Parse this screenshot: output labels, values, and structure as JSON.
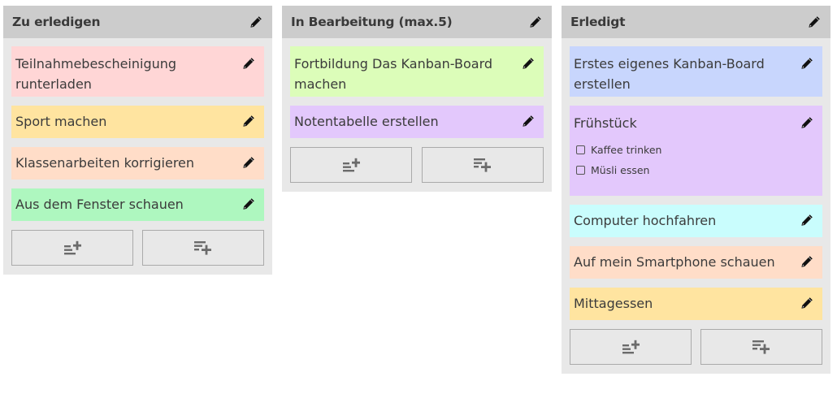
{
  "board": {
    "columns": [
      {
        "title": "Zu erledigen",
        "header_icon": "pencil-icon",
        "cards": [
          {
            "title": "Teilnahmebescheinigung runterladen",
            "color": "#ffd6d6"
          },
          {
            "title": "Sport machen",
            "color": "#ffe4a0"
          },
          {
            "title": "Klassenarbeiten korrigieren",
            "color": "#ffddc8"
          },
          {
            "title": "Aus dem Fenster schauen",
            "color": "#aef7bf"
          }
        ],
        "buttons": [
          {
            "icon": "add-subtask-icon"
          },
          {
            "icon": "add-card-icon"
          }
        ]
      },
      {
        "title": "In Bearbeitung (max.5)",
        "header_icon": "pencil-icon",
        "cards": [
          {
            "title": "Fortbildung Das Kanban-Board machen",
            "color": "#dcfdb9"
          },
          {
            "title": "Notentabelle erstellen",
            "color": "#e3c8fc"
          }
        ],
        "buttons": [
          {
            "icon": "add-subtask-icon"
          },
          {
            "icon": "add-card-icon"
          }
        ]
      },
      {
        "title": "Erledigt",
        "header_icon": "pencil-icon",
        "cards": [
          {
            "title": "Erstes eigenes Kanban-Board erstellen",
            "color": "#c8d6fd"
          },
          {
            "title": "Frühstück",
            "color": "#e3c8fc",
            "checklist": [
              "Kaffee trinken",
              "Müsli essen"
            ]
          },
          {
            "title": "Computer hochfahren",
            "color": "#c9fdfd"
          },
          {
            "title": "Auf mein Smartphone schauen",
            "color": "#ffddc8"
          },
          {
            "title": "Mittagessen",
            "color": "#ffe4a0"
          }
        ],
        "buttons": [
          {
            "icon": "add-subtask-icon"
          },
          {
            "icon": "add-card-icon"
          }
        ]
      }
    ]
  },
  "colors": {
    "column_bg": "#e8e8e8",
    "header_bg": "#cccccc",
    "button_border": "#aaaaaa",
    "icon_gray": "#6b6b6b"
  }
}
